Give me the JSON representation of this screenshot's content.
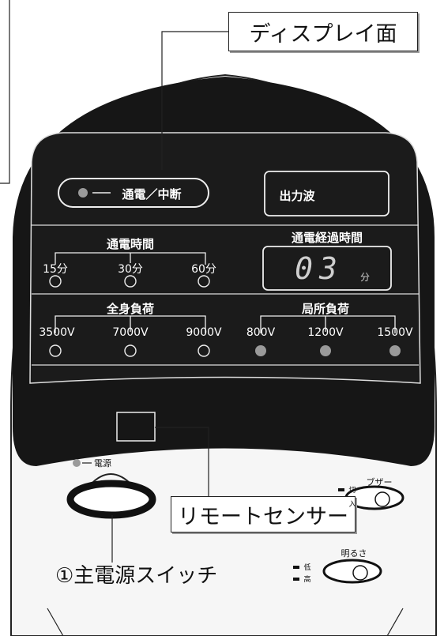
{
  "callouts": {
    "display_surface": "ディスプレイ面",
    "remote_sensor": "リモートセンサー",
    "main_power_switch": "①主電源スイッチ"
  },
  "panel": {
    "energize_pause": "通電／中断",
    "output_wave": "出力波",
    "energize_time": {
      "title": "通電時間",
      "options": [
        "15分",
        "30分",
        "60分"
      ]
    },
    "elapsed_time": {
      "title": "通電経過時間",
      "digits": "03",
      "unit": "分"
    },
    "whole_body_load": {
      "title": "全身負荷",
      "options": [
        "3500V",
        "7000V",
        "9000V"
      ]
    },
    "local_load": {
      "title": "局所負荷",
      "options": [
        "800V",
        "1200V",
        "1500V"
      ]
    }
  },
  "lower_body": {
    "power_indicator": "電源",
    "buzzer": {
      "title": "ブザー",
      "off": "切",
      "on": "入"
    },
    "brightness": {
      "title": "明るさ",
      "low": "低",
      "high": "高"
    }
  },
  "colors": {
    "panel": "#141414",
    "panel_lines": "#ffffff",
    "led_lit": "#9a9a9a",
    "body": "#f5f5f5"
  }
}
